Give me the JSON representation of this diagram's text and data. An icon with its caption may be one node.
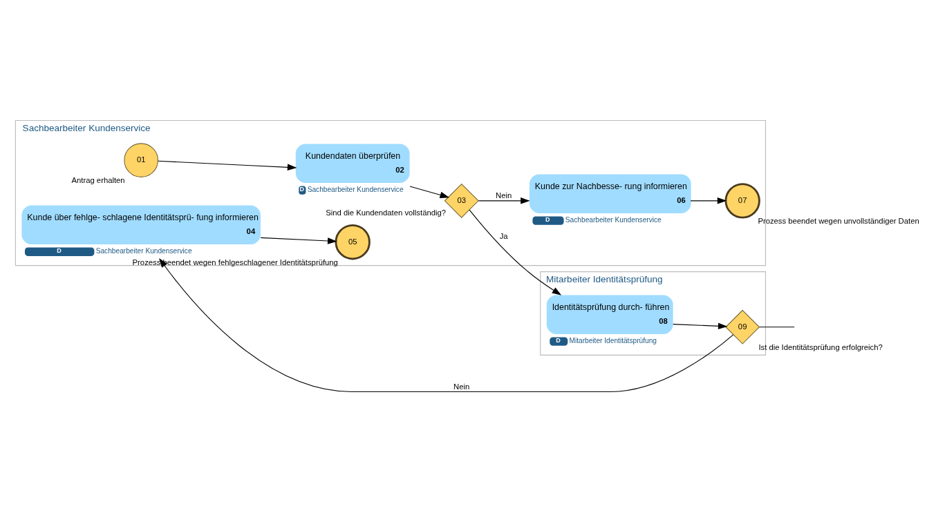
{
  "diagram": {
    "nodes": [
      {
        "text": [
          "Sachbearbeiter Kundenservice"
        ]
      },
      {
        "text": [
          "Mitarbeiter Identitätsprüfung"
        ]
      },
      {
        "text": [
          "01"
        ],
        "in": 0,
        "beside": [
          "Antrag erhalten"
        ]
      },
      {
        "text": [
          "Kundendaten überprüfen",
          "02"
        ],
        "in": 0,
        "beside": [
          "D",
          "Sachbearbeiter Kundenservice"
        ]
      },
      {
        "text": [
          "03"
        ],
        "in": 0,
        "beside": [
          "Sind die Kundendaten vollständig?"
        ]
      },
      {
        "text": [
          "Kunde zur Nachbesse- rung informieren",
          "06"
        ],
        "in": 0,
        "beside": [
          "D",
          "Sachbearbeiter Kundenservice"
        ]
      },
      {
        "text": [
          "07"
        ],
        "in": 0,
        "beside": [
          "Prozess beendet wegen unvollständiger Daten"
        ]
      },
      {
        "text": [
          "Kunde über fehlge- schlagene Identitätsprü- fung informieren",
          "04"
        ],
        "in": 0,
        "beside": [
          "D",
          "Sachbearbeiter Kundenservice"
        ]
      },
      {
        "text": [
          "05"
        ],
        "in": 0,
        "beside": [
          "Prozess beendet wegen fehlgeschlagener Identitätsprüfung"
        ]
      },
      {
        "text": [
          "Identitätsprüfung durch- führen",
          "08"
        ],
        "in": 1,
        "beside": [
          "D",
          "Mitarbeiter Identitätsprüfung"
        ]
      },
      {
        "text": [
          "09"
        ],
        "in": 1,
        "beside": [
          "Ist die Identitätsprüfung erfolgreich?"
        ]
      }
    ],
    "edges": [
      {
        "from": 2,
        "to": 3,
        "arrow": "to"
      },
      {
        "from": 3,
        "to": 4,
        "arrow": "to"
      },
      {
        "from": 4,
        "to": 5,
        "arrow": "to",
        "label": "Nein"
      },
      {
        "from": 4,
        "to": 9,
        "arrow": "to",
        "label": "Ja"
      },
      {
        "from": 5,
        "to": 6,
        "arrow": "to"
      },
      {
        "from": 9,
        "to": 10,
        "arrow": "to"
      },
      {
        "from": 10,
        "to": 7,
        "arrow": "to",
        "label": "Nein"
      },
      {
        "from": 7,
        "to": 8,
        "arrow": "to"
      },
      {
        "from": 10,
        "to": null,
        "arrow": "none"
      }
    ]
  }
}
